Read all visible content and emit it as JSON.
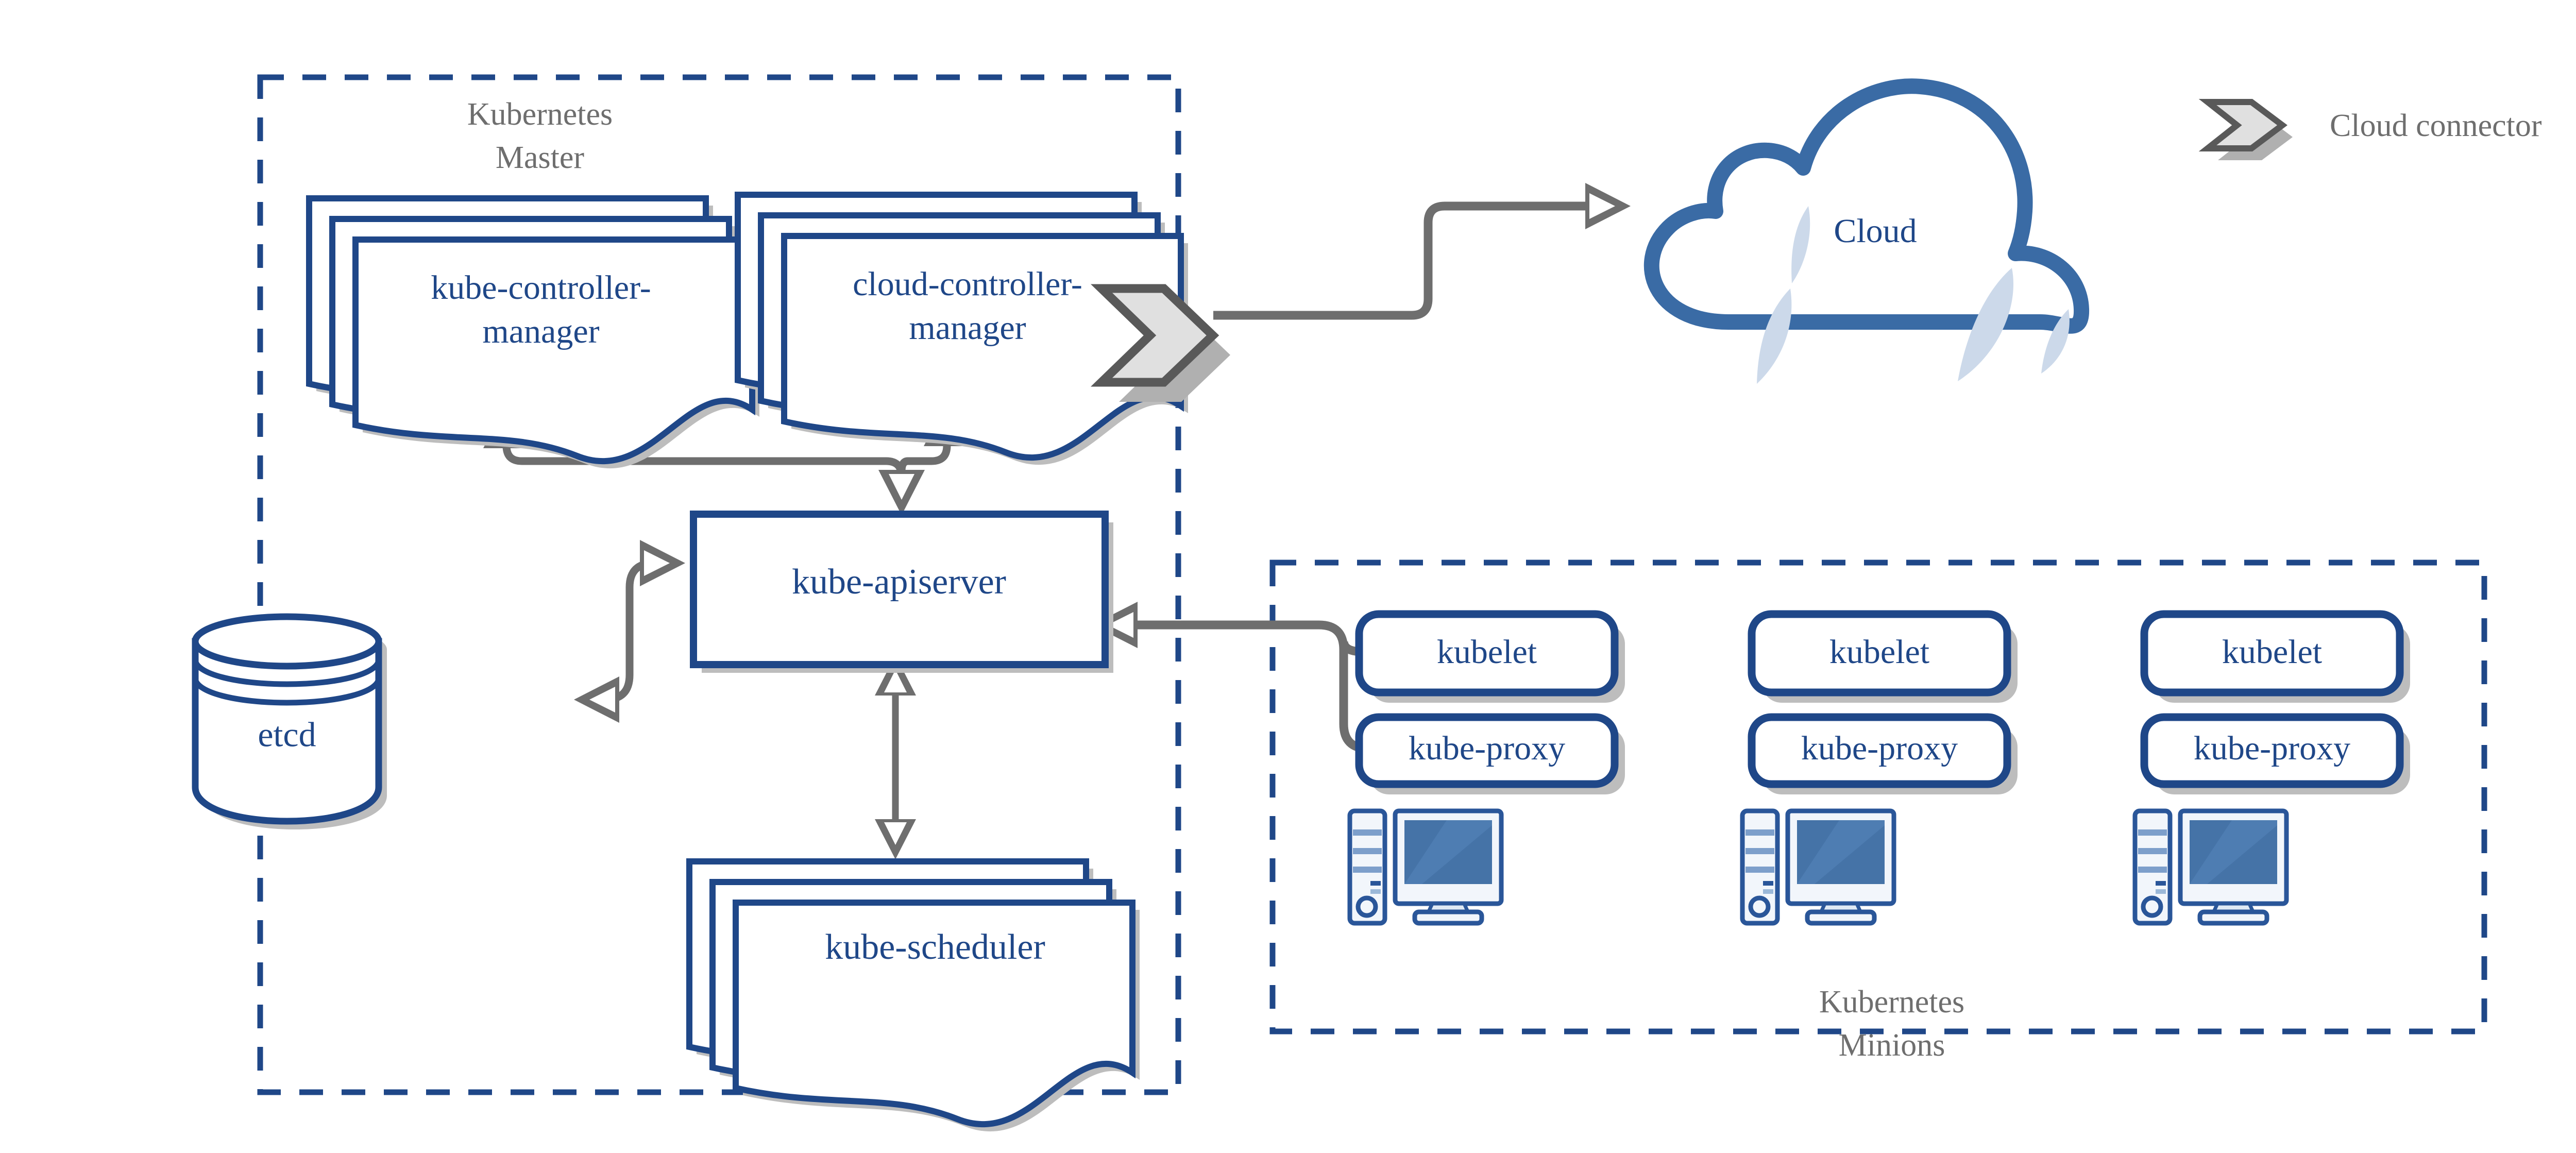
{
  "diagram": {
    "title": "Kubernetes Architecture",
    "colors": {
      "blue_stroke": "#1f4788",
      "blue_fill_screen": "#4573a7",
      "blue_light": "#ccd9ea",
      "gray_connector": "#6e6e6e",
      "gray_shadow": "#bdbdbd",
      "gray_text": "#6e6e6e",
      "chevron_fill": "#e0e0e0",
      "chevron_stroke": "#595959",
      "background": "#ffffff"
    }
  },
  "master_group": {
    "label_line1": "Kubernetes",
    "label_line2": "Master",
    "components": {
      "kube_controller_manager": {
        "label_line1": "kube-controller-",
        "label_line2": "manager",
        "shape": "stacked-document",
        "stack_count": 3
      },
      "cloud_controller_manager": {
        "label_line1": "cloud-controller-",
        "label_line2": "manager",
        "shape": "stacked-document",
        "stack_count": 3
      },
      "kube_apiserver": {
        "label": "kube-apiserver",
        "shape": "beveled-rectangle"
      },
      "etcd": {
        "label": "etcd",
        "shape": "database-cylinder"
      },
      "kube_scheduler": {
        "label": "kube-scheduler",
        "shape": "stacked-document",
        "stack_count": 3
      }
    }
  },
  "minions_group": {
    "label_line1": "Kubernetes",
    "label_line2": "Minions",
    "nodes": [
      {
        "kubelet_label": "kubelet",
        "kube_proxy_label": "kube-proxy",
        "machine_icon": "computer-icon"
      },
      {
        "kubelet_label": "kubelet",
        "kube_proxy_label": "kube-proxy",
        "machine_icon": "computer-icon"
      },
      {
        "kubelet_label": "kubelet",
        "kube_proxy_label": "kube-proxy",
        "machine_icon": "computer-icon"
      }
    ]
  },
  "cloud": {
    "label": "Cloud",
    "shape": "cloud-icon"
  },
  "legend": {
    "cloud_connector_label": "Cloud connector",
    "icon": "chevron-connector-icon"
  },
  "connections": [
    {
      "from": "cloud-controller-manager",
      "to": "cloud",
      "via": "cloud-connector-chevron",
      "direction": "one-way"
    },
    {
      "from": "kube-controller-manager",
      "to": "kube-apiserver",
      "direction": "bidirectional-branch"
    },
    {
      "from": "cloud-controller-manager",
      "to": "kube-apiserver",
      "direction": "bidirectional-branch"
    },
    {
      "from": "kube-apiserver",
      "to": "etcd",
      "direction": "bidirectional"
    },
    {
      "from": "kube-apiserver",
      "to": "kube-scheduler",
      "direction": "bidirectional"
    },
    {
      "from": "kube-apiserver",
      "to": "kubelet",
      "direction": "bidirectional-branch"
    },
    {
      "from": "kube-apiserver",
      "to": "kube-proxy",
      "direction": "bidirectional-branch"
    }
  ]
}
